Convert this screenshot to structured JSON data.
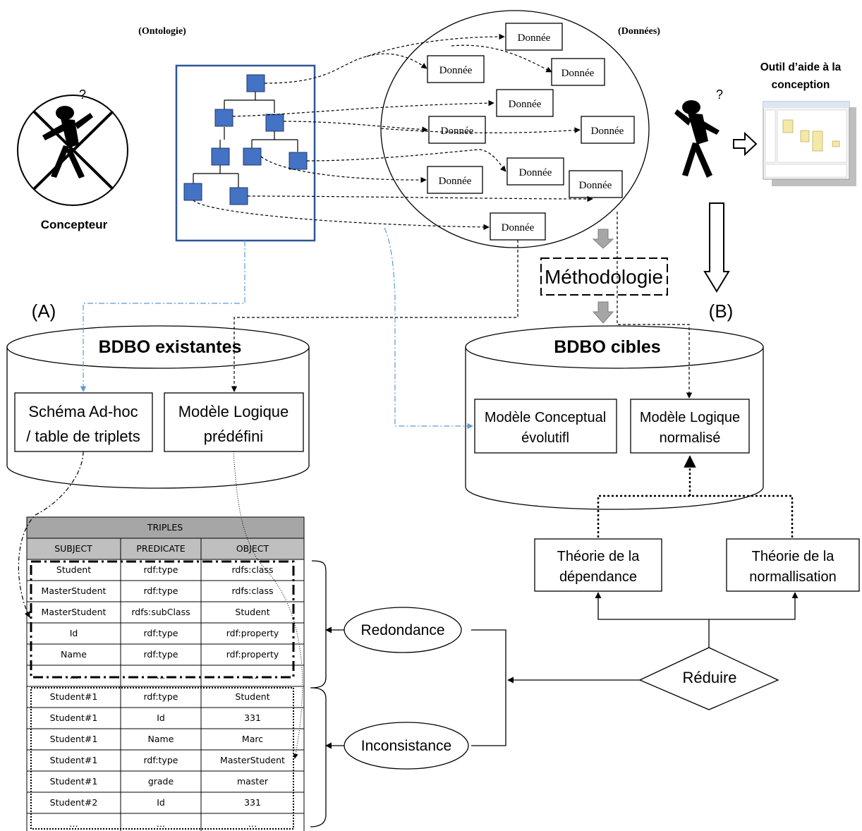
{
  "labels": {
    "ontologie": "(Ontologie)",
    "donnees": "(Données)",
    "concepteur": "Concepteur",
    "outil": [
      "Outil d’aide à la",
      "conception"
    ],
    "methodologie": "Méthodologie",
    "a": "(A)",
    "b": "(B)"
  },
  "data_items": [
    "Donnée",
    "Donnée",
    "Donnée",
    "Donnée",
    "Donnée",
    "Donnée",
    "Donnée",
    "Donnée",
    "Donnée",
    "Donnée"
  ],
  "bdbo_existantes": {
    "title": "BDBO existantes",
    "schema": [
      "Schéma Ad-hoc",
      "/ table de triplets"
    ],
    "modele": [
      "Modèle Logique",
      "prédéfini"
    ]
  },
  "bdbo_cibles": {
    "title": "BDBO cibles",
    "conceptual": [
      "Modèle Conceptual",
      "évolutifl"
    ],
    "logique": [
      "Modèle Logique",
      "normalisé"
    ]
  },
  "theories": {
    "dependance": [
      "Théorie de la",
      "dépendance"
    ],
    "normalisation": [
      "Théorie de la",
      "normallisation"
    ]
  },
  "reduire": "Réduire",
  "redondance": "Redondance",
  "inconsistance": "Inconsistance",
  "triples": {
    "title": "TRIPLES",
    "headers": [
      "SUBJECT",
      "PREDICATE",
      "OBJECT"
    ],
    "rows": [
      [
        "Student",
        "rdf:type",
        "rdfs:class"
      ],
      [
        "MasterStudent",
        "rdf:type",
        "rdfs:class"
      ],
      [
        "MasterStudent",
        "rdfs:subClass",
        "Student"
      ],
      [
        "Id",
        "rdf:type",
        "rdf:property"
      ],
      [
        "Name",
        "rdf:type",
        "rdf:property"
      ],
      [
        "…",
        "…",
        "…"
      ],
      [
        "Student#1",
        "rdf:type",
        "Student"
      ],
      [
        "Student#1",
        "Id",
        "331"
      ],
      [
        "Student#1",
        "Name",
        "Marc"
      ],
      [
        "Student#1",
        "rdf:type",
        "MasterStudent"
      ],
      [
        "Student#1",
        "grade",
        "master"
      ],
      [
        "Student#2",
        "Id",
        "331"
      ],
      [
        "…",
        "…",
        "…"
      ]
    ]
  },
  "colors": {
    "node_fill": "#4472c4",
    "ontology_border": "#2e5597",
    "link_blue": "#5b9bd5",
    "table_header": "#bfbfbf"
  },
  "icons": [
    "crossed-thinking-figure-icon",
    "thinking-figure-icon",
    "tool-screenshot-icon",
    "right-arrow-icon",
    "down-arrow-icon"
  ]
}
